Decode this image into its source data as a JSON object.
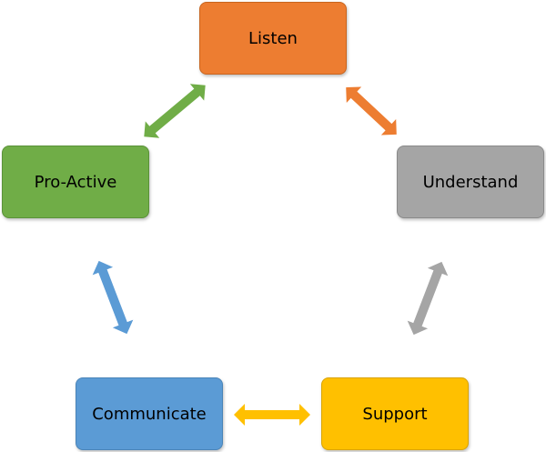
{
  "nodes": [
    {
      "id": "listen",
      "label": "Listen",
      "color": "#ED7D31",
      "border": "#C8651F"
    },
    {
      "id": "understand",
      "label": "Understand",
      "color": "#A5A5A5",
      "border": "#8A8A8A"
    },
    {
      "id": "support",
      "label": "Support",
      "color": "#FFC000",
      "border": "#D9A300"
    },
    {
      "id": "communicate",
      "label": "Communicate",
      "color": "#5B9BD5",
      "border": "#4A84B8"
    },
    {
      "id": "proactive",
      "label": "Pro-Active",
      "color": "#70AD47",
      "border": "#5B9239"
    }
  ],
  "arrows": [
    {
      "from": "listen",
      "to": "understand",
      "color": "#ED7D31"
    },
    {
      "from": "understand",
      "to": "support",
      "color": "#A5A5A5"
    },
    {
      "from": "support",
      "to": "communicate",
      "color": "#FFC000"
    },
    {
      "from": "communicate",
      "to": "proactive",
      "color": "#5B9BD5"
    },
    {
      "from": "proactive",
      "to": "listen",
      "color": "#70AD47"
    }
  ]
}
